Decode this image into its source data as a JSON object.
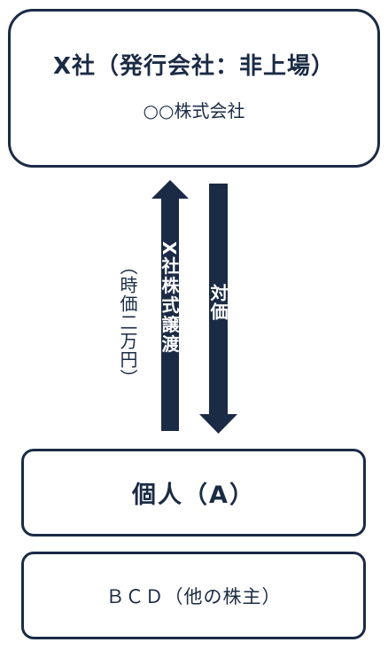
{
  "company": {
    "title": "X社（発行会社：非上場）",
    "subtitle": "○○株式会社"
  },
  "arrows": {
    "up_label": "X社株式譲渡",
    "down_label": "対価",
    "side_label": "（時価二万円）"
  },
  "individual": {
    "title": "個人（A）"
  },
  "others": {
    "label": "ＢＣＤ（他の株主）"
  },
  "colors": {
    "primary": "#1b2b45",
    "background": "#ffffff"
  }
}
